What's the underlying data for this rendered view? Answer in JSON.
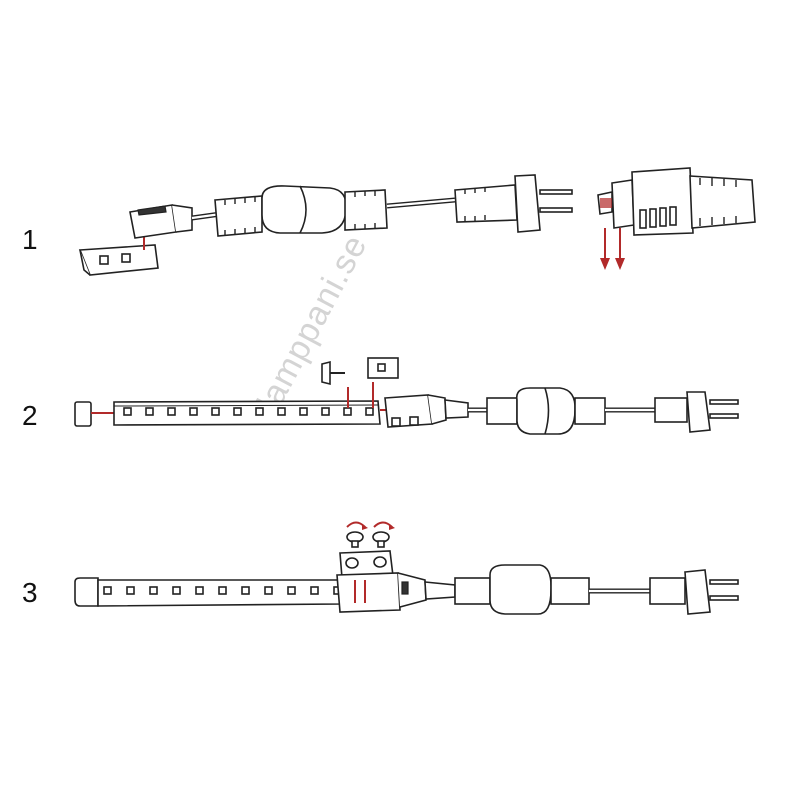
{
  "steps": [
    {
      "number": "1"
    },
    {
      "number": "2"
    },
    {
      "number": "3"
    }
  ],
  "watermark": "lamppani.se",
  "colors": {
    "line": "#222222",
    "arrow": "#b22a2a",
    "watermark": "#d4d4d4"
  }
}
